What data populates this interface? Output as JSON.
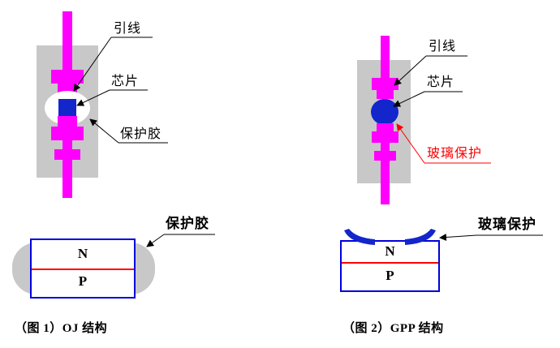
{
  "colors": {
    "magenta": "#ff00ff",
    "body_gray": "#c8c8c8",
    "chip_blue": "#1226cc",
    "outline_blue": "#0000dd",
    "marker_red": "#ff0000",
    "white": "#ffffff"
  },
  "figure1": {
    "callouts": {
      "lead": "引线",
      "chip": "芯片",
      "glue": "保护胶"
    },
    "cross_section": {
      "region_top": "N",
      "region_bottom": "P",
      "callout_glue": "保护胶"
    },
    "caption": "（图 1）OJ 结构"
  },
  "figure2": {
    "callouts": {
      "lead": "引线",
      "chip": "芯片",
      "glass": "玻璃保护"
    },
    "cross_section": {
      "region_top": "N",
      "region_bottom": "P",
      "callout_glass": "玻璃保护"
    },
    "caption": "（图 2）GPP 结构"
  }
}
